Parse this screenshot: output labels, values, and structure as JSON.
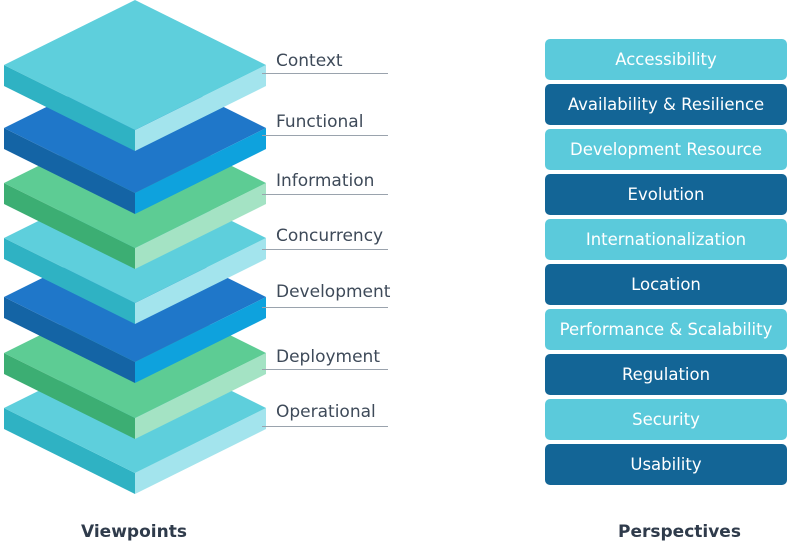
{
  "viewpoints": {
    "caption": "Viewpoints",
    "layers": [
      {
        "label": "Context",
        "color": "cyan"
      },
      {
        "label": "Functional",
        "color": "blue"
      },
      {
        "label": "Information",
        "color": "green"
      },
      {
        "label": "Concurrency",
        "color": "cyan"
      },
      {
        "label": "Development",
        "color": "blue"
      },
      {
        "label": "Deployment",
        "color": "green"
      },
      {
        "label": "Operational",
        "color": "cyan"
      }
    ]
  },
  "perspectives": {
    "caption": "Perspectives",
    "items": [
      {
        "label": "Accessibility",
        "tone": "light"
      },
      {
        "label": "Availability & Resilience",
        "tone": "dark"
      },
      {
        "label": "Development Resource",
        "tone": "light"
      },
      {
        "label": "Evolution",
        "tone": "dark"
      },
      {
        "label": "Internationalization",
        "tone": "light"
      },
      {
        "label": "Location",
        "tone": "dark"
      },
      {
        "label": "Performance & Scalability",
        "tone": "light"
      },
      {
        "label": "Regulation",
        "tone": "dark"
      },
      {
        "label": "Security",
        "tone": "light"
      },
      {
        "label": "Usability",
        "tone": "dark"
      }
    ]
  },
  "palette": {
    "cyan": {
      "top": "#5ecfdc",
      "left": "#2fb2c3",
      "right": "#a3e4ed"
    },
    "blue": {
      "top": "#1f77c9",
      "left": "#1464a5",
      "right": "#0ea2dd"
    },
    "green": {
      "top": "#5dcc94",
      "left": "#3cae73",
      "right": "#a4e3c4"
    },
    "perspective_light": "#5bcadb",
    "perspective_dark": "#136596"
  }
}
